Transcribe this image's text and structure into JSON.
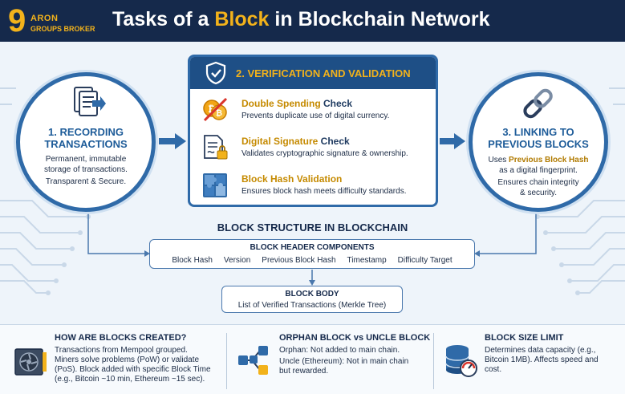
{
  "logo": {
    "digit": "9",
    "line1": "ARON",
    "line2": "GROUPS BROKER"
  },
  "title": {
    "pre": "Tasks of a ",
    "highlight": "Block",
    "post": " in Blockchain Network"
  },
  "recording": {
    "title1": "1. RECORDING",
    "title2": "TRANSACTIONS",
    "l1": "Permanent, immutable",
    "l2": "storage of transactions.",
    "l3": "Transparent & Secure."
  },
  "verification": {
    "title": "2. VERIFICATION AND VALIDATION",
    "items": [
      {
        "title_hl": "Double Spending",
        "title_rest": " Check",
        "desc": "Prevents duplicate use of digital currency."
      },
      {
        "title_hl": "Digital Signature",
        "title_rest": " Check",
        "desc": "Validates cryptographic signature & ownership."
      },
      {
        "title_hl": "Block Hash Validation",
        "title_rest": "",
        "desc": "Ensures block hash meets difficulty standards."
      }
    ]
  },
  "linking": {
    "title1": "3. LINKING TO",
    "title2": "PREVIOUS BLOCKS",
    "l1a": "Uses ",
    "l1b": "Previous Block Hash",
    "l2": "as a digital fingerprint.",
    "l3": "Ensures chain integrity",
    "l4": "& security."
  },
  "structure": {
    "title": "BLOCK STRUCTURE IN BLOCKCHAIN",
    "header_title": "BLOCK HEADER COMPONENTS",
    "header_items": [
      "Block Hash",
      "Version",
      "Previous Block Hash",
      "Timestamp",
      "Difficulty Target"
    ],
    "body_title": "BLOCK BODY",
    "body_sub": "List of Verified Transactions (Merkle Tree)"
  },
  "bottom": {
    "created": {
      "title": "HOW ARE BLOCKS CREATED?",
      "l1": "Transactions from Mempool grouped.",
      "l2": "Miners solve problems (PoW) or validate",
      "l3": "(PoS). Block added with specific Block Time",
      "l4": "(e.g., Bitcoin ~10 min, Ethereum ~15 sec)."
    },
    "orphan": {
      "title": "ORPHAN BLOCK vs UNCLE BLOCK",
      "l1": "Orphan: Not added to main chain.",
      "l2": "Uncle (Ethereum): Not in main chain",
      "l3": "but rewarded."
    },
    "size": {
      "title": "BLOCK SIZE LIMIT",
      "l1": "Determines data capacity (e.g.,",
      "l2": "Bitcoin 1MB). Affects speed and",
      "l3": "cost."
    }
  },
  "colors": {
    "navy": "#15294b",
    "blue": "#2f6aa8",
    "gold": "#f2b21b"
  }
}
